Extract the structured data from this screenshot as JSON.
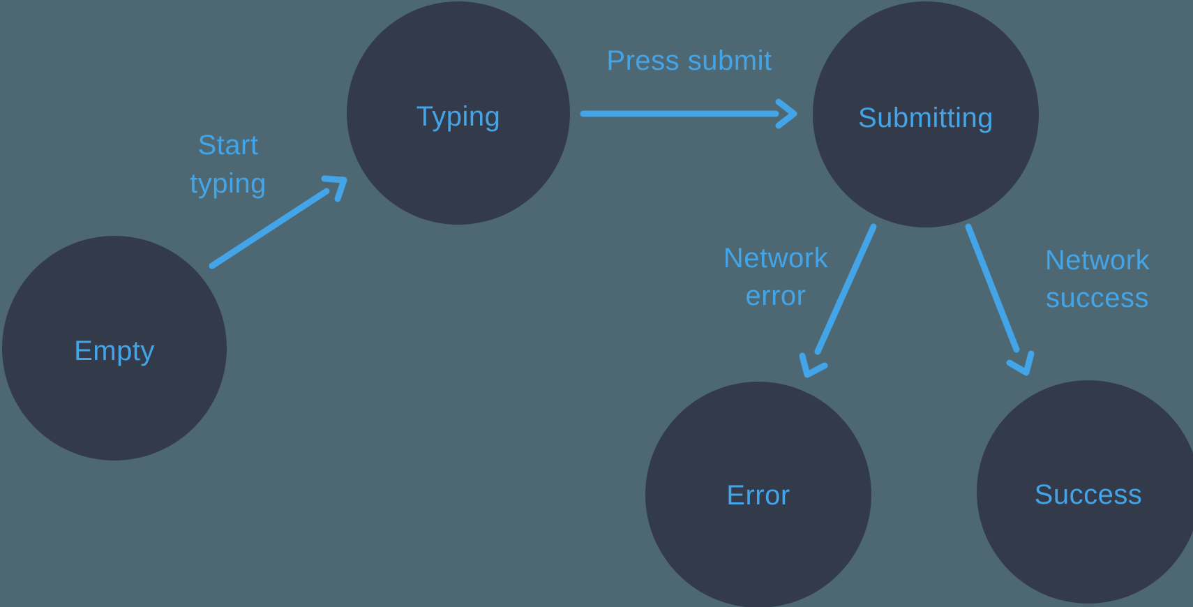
{
  "colors": {
    "bg": "#4D6872",
    "node": "#333B4B",
    "accent": "#43A4E8"
  },
  "nodes": [
    {
      "id": "empty",
      "label": "Empty"
    },
    {
      "id": "typing",
      "label": "Typing"
    },
    {
      "id": "submitting",
      "label": "Submitting"
    },
    {
      "id": "error",
      "label": "Error"
    },
    {
      "id": "success",
      "label": "Success"
    }
  ],
  "edges": [
    {
      "id": "start-typing",
      "from": "empty",
      "to": "typing",
      "label_lines": [
        "Start",
        "typing"
      ]
    },
    {
      "id": "press-submit",
      "from": "typing",
      "to": "submitting",
      "label_lines": [
        "Press submit"
      ]
    },
    {
      "id": "network-error",
      "from": "submitting",
      "to": "error",
      "label_lines": [
        "Network",
        "error"
      ]
    },
    {
      "id": "network-success",
      "from": "submitting",
      "to": "success",
      "label_lines": [
        "Network",
        "success"
      ]
    }
  ]
}
